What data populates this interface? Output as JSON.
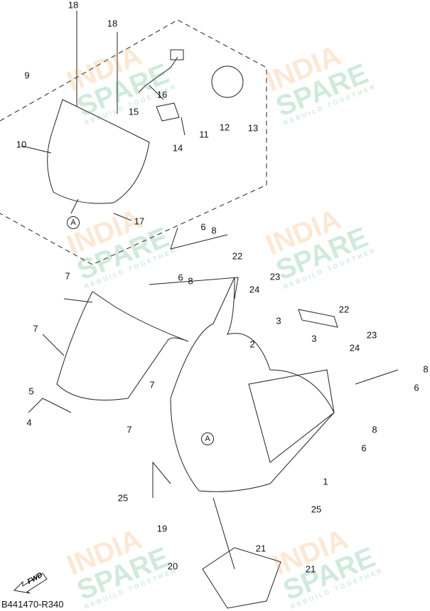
{
  "diagram": {
    "code": "B441470-R340",
    "fwd_label": "FWD",
    "watermark": {
      "line1": "INDIA",
      "line2": "SPARE",
      "tagline": "REBUILD TOGETHER"
    },
    "callouts": [
      "18",
      "18",
      "9",
      "16",
      "15",
      "10",
      "14",
      "11",
      "12",
      "13",
      "A",
      "17",
      "6",
      "8",
      "22",
      "23",
      "7",
      "6",
      "8",
      "24",
      "2",
      "3",
      "22",
      "7",
      "23",
      "5",
      "24",
      "3",
      "8",
      "6",
      "7",
      "4",
      "7",
      "A",
      "8",
      "6",
      "1",
      "25",
      "25",
      "19",
      "21",
      "21",
      "20"
    ]
  }
}
